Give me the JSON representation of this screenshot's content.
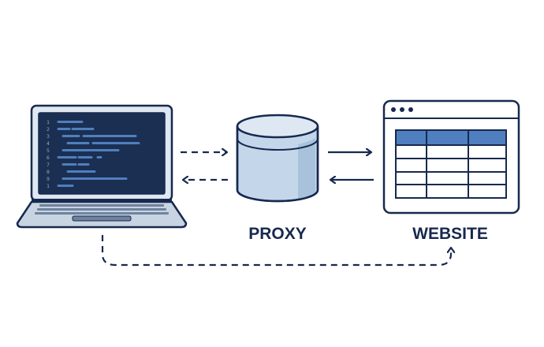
{
  "labels": {
    "proxy": "PROXY",
    "website": "WEBSITE"
  },
  "code_line_numbers": [
    "1",
    "2",
    "3",
    "4",
    "5",
    "6",
    "7",
    "8",
    "9",
    "1"
  ],
  "icons": {
    "client": "laptop-icon",
    "proxy": "database-cylinder-icon",
    "website": "browser-window-table-icon"
  },
  "colors": {
    "outline": "#17294f",
    "laptop_screen": "#1b2f52",
    "code_accent": "#4f7fbe",
    "cylinder_fill": "#c4d7ea",
    "browser_header": "#4f7fbe",
    "browser_body": "#ffffff",
    "keyboard": "#6f839f"
  }
}
